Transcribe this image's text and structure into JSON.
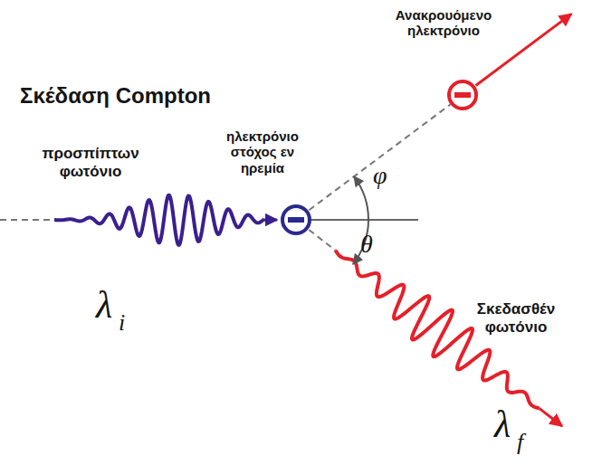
{
  "diagram": {
    "title": "Σκέδαση Compton",
    "labels": [
      "προσπίπτων φωτόνιο",
      "ηλεκτρόνιο στόχος εν ηρεμία",
      "Ανακρουόμενο ηλεκτρόνιο",
      "Σκεδασθέν φωτόνιο",
      "φ",
      "θ",
      "λ",
      "i",
      "λ",
      "f"
    ]
  }
}
